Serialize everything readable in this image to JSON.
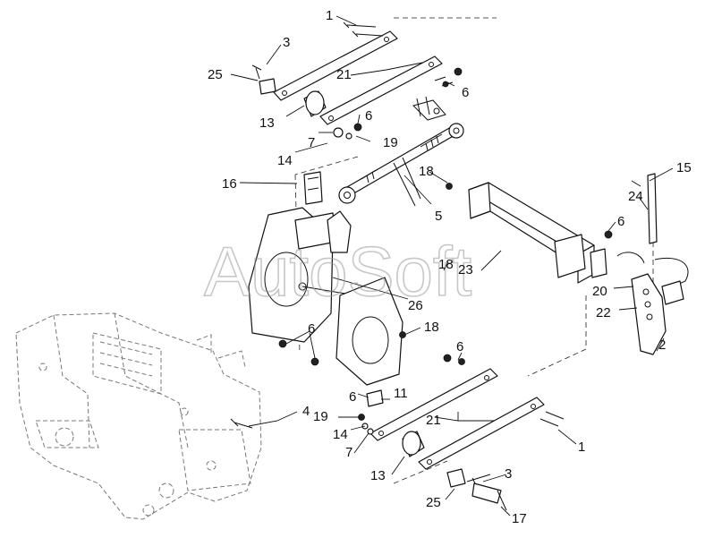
{
  "watermark": "AutoSoft",
  "callouts": [
    {
      "id": "c1a",
      "text": "1"
    },
    {
      "id": "c3a",
      "text": "3"
    },
    {
      "id": "c25a",
      "text": "25"
    },
    {
      "id": "c21a",
      "text": "21"
    },
    {
      "id": "c6a",
      "text": "6"
    },
    {
      "id": "c13a",
      "text": "13"
    },
    {
      "id": "c6b",
      "text": "6"
    },
    {
      "id": "c7a",
      "text": "7"
    },
    {
      "id": "c19a",
      "text": "19"
    },
    {
      "id": "c14a",
      "text": "14"
    },
    {
      "id": "c16",
      "text": "16"
    },
    {
      "id": "c18a",
      "text": "18"
    },
    {
      "id": "c5",
      "text": "5"
    },
    {
      "id": "c15",
      "text": "15"
    },
    {
      "id": "c24",
      "text": "24"
    },
    {
      "id": "c6c",
      "text": "6"
    },
    {
      "id": "c18b",
      "text": "18"
    },
    {
      "id": "c23",
      "text": "23"
    },
    {
      "id": "c26",
      "text": "26"
    },
    {
      "id": "c20",
      "text": "20"
    },
    {
      "id": "c22",
      "text": "22"
    },
    {
      "id": "c2",
      "text": "2"
    },
    {
      "id": "c6d",
      "text": "6"
    },
    {
      "id": "c18c",
      "text": "18"
    },
    {
      "id": "c6e",
      "text": "6"
    },
    {
      "id": "c6f",
      "text": "6"
    },
    {
      "id": "c11",
      "text": "11"
    },
    {
      "id": "c4",
      "text": "4"
    },
    {
      "id": "c19b",
      "text": "19"
    },
    {
      "id": "c21b",
      "text": "21"
    },
    {
      "id": "c14b",
      "text": "14"
    },
    {
      "id": "c7b",
      "text": "7"
    },
    {
      "id": "c1b",
      "text": "1"
    },
    {
      "id": "c13b",
      "text": "13"
    },
    {
      "id": "c3b",
      "text": "3"
    },
    {
      "id": "c25b",
      "text": "25"
    },
    {
      "id": "c17",
      "text": "17"
    }
  ]
}
